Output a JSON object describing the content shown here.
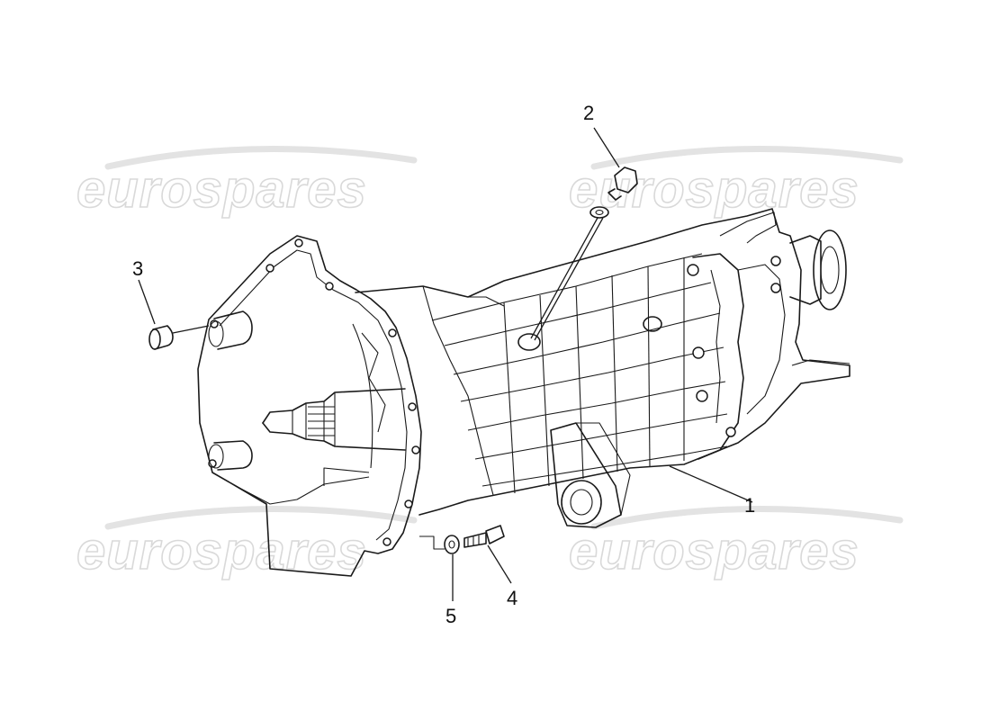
{
  "watermark": {
    "text": "eurospares"
  },
  "callouts": [
    {
      "id": "1",
      "label": "1"
    },
    {
      "id": "2",
      "label": "2"
    },
    {
      "id": "3",
      "label": "3"
    },
    {
      "id": "4",
      "label": "4"
    },
    {
      "id": "5",
      "label": "5"
    }
  ],
  "colors": {
    "line": "#1a1a1a",
    "watermark": "#d9d9d9",
    "background": "#ffffff"
  }
}
